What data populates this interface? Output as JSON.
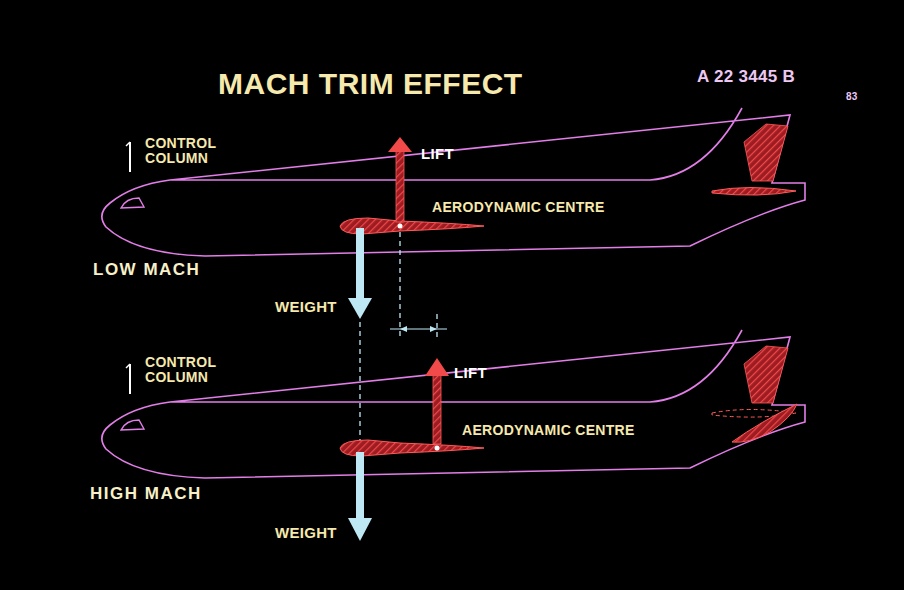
{
  "diagram": {
    "title": "MACH TRIM EFFECT",
    "labels": [
      "A 22 3445 B",
      "83",
      "CONTROL COLUMN",
      "LIFT",
      "AERODYNAMIC CENTRE",
      "LOW MACH",
      "WEIGHT",
      "CONTROL COLUMN",
      "LIFT",
      "AERODYNAMIC CENTRE",
      "HIGH MACH",
      "WEIGHT"
    ]
  }
}
